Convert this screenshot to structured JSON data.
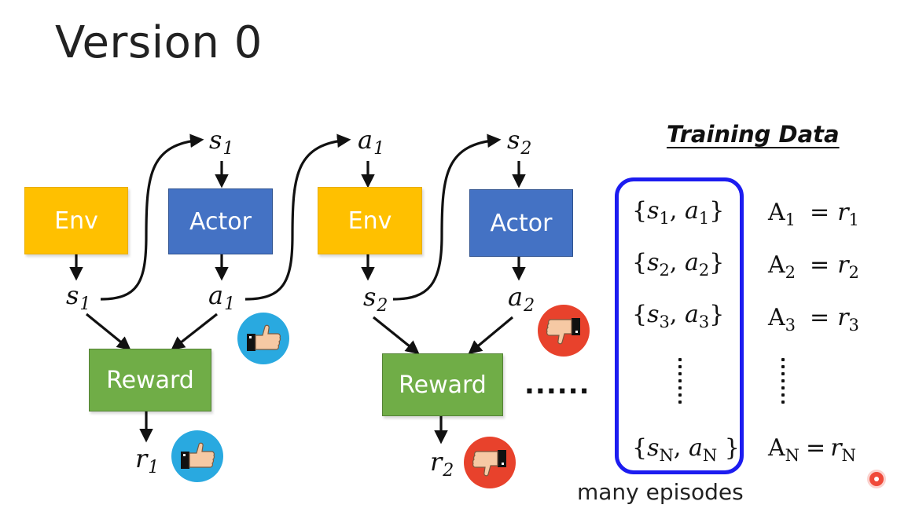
{
  "title": "Version 0",
  "boxes": {
    "env1": "Env",
    "actor1": "Actor",
    "env2": "Env",
    "actor2": "Actor",
    "reward1": "Reward",
    "reward2": "Reward"
  },
  "symbols": {
    "s1_top": {
      "base": "s",
      "sub": "1"
    },
    "a1_top": {
      "base": "a",
      "sub": "1"
    },
    "s2_top": {
      "base": "s",
      "sub": "2"
    },
    "s1_bottom": {
      "base": "s",
      "sub": "1"
    },
    "a1_bottom": {
      "base": "a",
      "sub": "1"
    },
    "s2_bottom": {
      "base": "s",
      "sub": "2"
    },
    "a2_bottom": {
      "base": "a",
      "sub": "2"
    },
    "r1": {
      "base": "r",
      "sub": "1"
    },
    "r2": {
      "base": "r",
      "sub": "2"
    }
  },
  "ellipsis": "......",
  "training_data": {
    "title": "Training Data",
    "rows": [
      {
        "s_sub": "1",
        "a_sub": "1",
        "adv_sub": "1",
        "r_sub": "1"
      },
      {
        "s_sub": "2",
        "a_sub": "2",
        "adv_sub": "2",
        "r_sub": "2"
      },
      {
        "s_sub": "3",
        "a_sub": "3",
        "adv_sub": "3",
        "r_sub": "3"
      },
      {
        "s_sub": "N",
        "a_sub": "N",
        "adv_sub": "N",
        "r_sub": "N"
      }
    ],
    "caption": "many episodes"
  },
  "colors": {
    "env": "#ffc000",
    "actor": "#4472c4",
    "reward": "#70ad47",
    "frame": "#1c1cf0",
    "good_badge": "#29a9e0",
    "bad_badge": "#e8422c"
  },
  "icons": {
    "badge_a1": "thumbs-up-icon",
    "badge_r1": "thumbs-up-icon",
    "badge_a2": "thumbs-down-icon",
    "badge_r2": "thumbs-down-icon",
    "pointer": "laser-pointer-icon"
  }
}
